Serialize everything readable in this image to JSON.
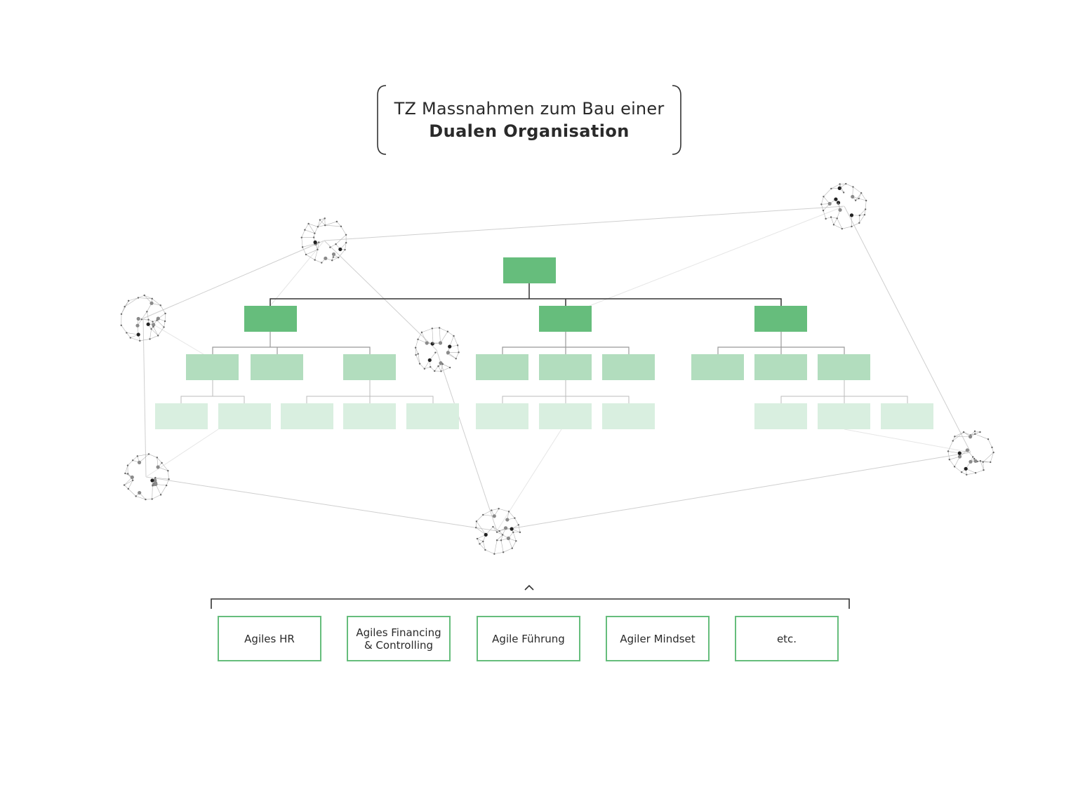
{
  "title": {
    "line1": "TZ Massnahmen zum Bau einer",
    "line2": "Dualen Organisation"
  },
  "measures": [
    {
      "label": "Agiles HR"
    },
    {
      "label": "Agiles Financing & Controlling"
    },
    {
      "label": "Agile Führung"
    },
    {
      "label": "Agiler Mindset"
    },
    {
      "label": "etc."
    }
  ],
  "colors": {
    "level1": "#66bd7c",
    "level2": "#b2ddbe",
    "level3": "#d9efe0",
    "box_border": "#66bd7c",
    "org_line": "#333333",
    "network_line": "#c8c8c8"
  },
  "icons": {
    "node": "network-globe-icon",
    "caret": "caret-up-icon"
  }
}
